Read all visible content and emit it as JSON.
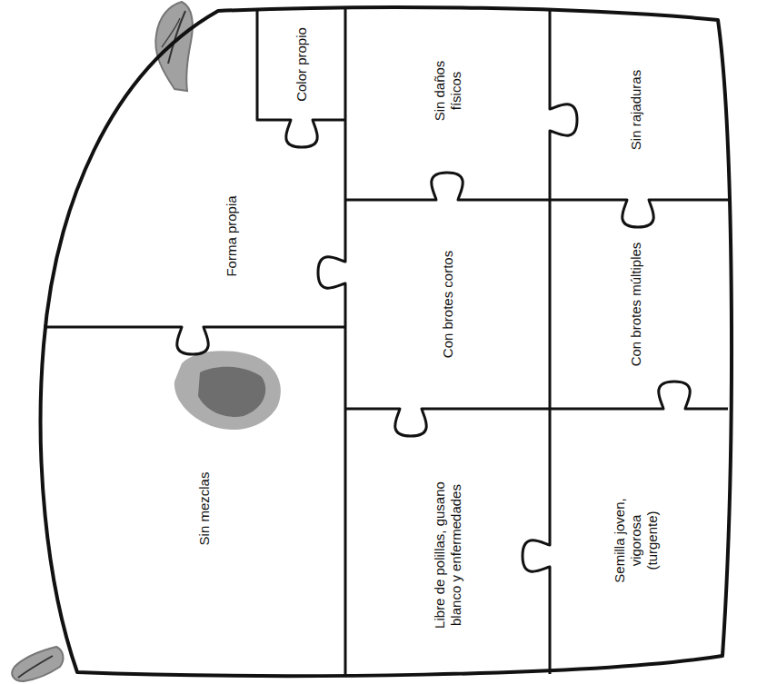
{
  "diagram": {
    "nodes": [
      {
        "text": [
          "Forma propia"
        ]
      },
      {
        "text": [
          "Color propio"
        ]
      },
      {
        "text": [
          "Sin daños físicos"
        ]
      },
      {
        "text": [
          "Sin rajaduras"
        ]
      },
      {
        "text": [
          "Con brotes cortos"
        ]
      },
      {
        "text": [
          "Con brotes múltiples"
        ]
      },
      {
        "text": [
          "Sin mezclas"
        ]
      },
      {
        "text": [
          "Libre de polillas, gusano blanco y enfermedades"
        ]
      },
      {
        "text": [
          "Semilla joven, vigorosa (turgente)"
        ]
      }
    ]
  }
}
